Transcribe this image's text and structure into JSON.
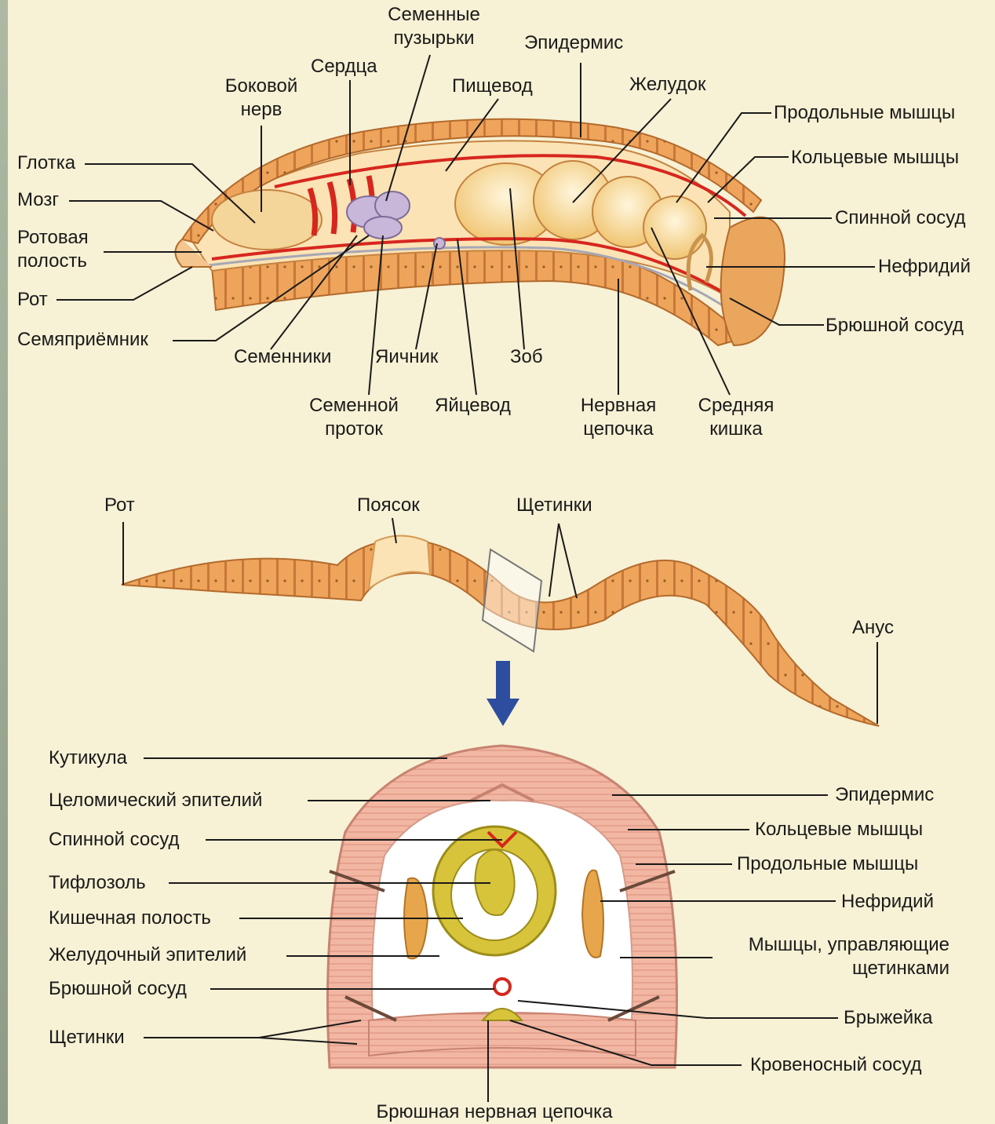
{
  "palette": {
    "background": "#f7f1d5",
    "side_strip": "#9aa592",
    "body_tan": "#f1c27a",
    "body_orange": "#e99a4c",
    "vessel_red": "#d7261e",
    "nerve_grey": "#a7a7b5",
    "arrow_blue": "#2d4e9e",
    "muscle_pink": "#f2b7a3",
    "gut_yellow": "#d7c43a"
  },
  "top_diagram": {
    "labels": {
      "semennye_puzyrki": [
        "Семенные",
        "пузырьки"
      ],
      "epidermis": "Эпидермис",
      "serdtsa": "Сердца",
      "bokovoy_nerv": [
        "Боковой",
        "нерв"
      ],
      "pishchevod": "Пищевод",
      "zheludok": "Желудок",
      "prodolnye_myshtsy": "Продольные мышцы",
      "koltsevye_myshtsy": "Кольцевые мышцы",
      "spinnoy_sosud": "Спинной сосуд",
      "nefridiy": "Нефридий",
      "bryushnoy_sosud": "Брюшной сосуд",
      "glotka": "Глотка",
      "mozg": "Мозг",
      "rotovaya_polost": [
        "Ротовая",
        "полость"
      ],
      "rot": "Рот",
      "semyapriemnik": "Семяприёмник",
      "semenniki": "Семенники",
      "yaichnik": "Яичник",
      "zob": "Зоб",
      "semennoy_protok": [
        "Семенной",
        "проток"
      ],
      "yaytsevod": "Яйцевод",
      "nervnaya_tsepochka": [
        "Нервная",
        "цепочка"
      ],
      "srednyaya_kishka": [
        "Средняя",
        "кишка"
      ]
    }
  },
  "middle_diagram": {
    "labels": {
      "rot": "Рот",
      "poyasok": "Поясок",
      "shchetinki": "Щетинки",
      "anus": "Анус"
    }
  },
  "cross_section": {
    "left_labels": [
      "Кутикула",
      "Целомический эпителий",
      "Спинной сосуд",
      "Тифлозоль",
      "Кишечная полость",
      "Желудочный эпителий",
      "Брюшной сосуд",
      "Щетинки"
    ],
    "right_labels": {
      "epidermis": "Эпидермис",
      "koltsevye": "Кольцевые мышцы",
      "prodolnye": "Продольные мышцы",
      "nefridiy": "Нефридий",
      "myshtsy": [
        "Мышцы, управляющие",
        "щетинками"
      ],
      "bryzheyka": "Брыжейка",
      "krovenosny": "Кровеносный сосуд"
    },
    "bottom_label": "Брюшная нервная цепочка"
  }
}
